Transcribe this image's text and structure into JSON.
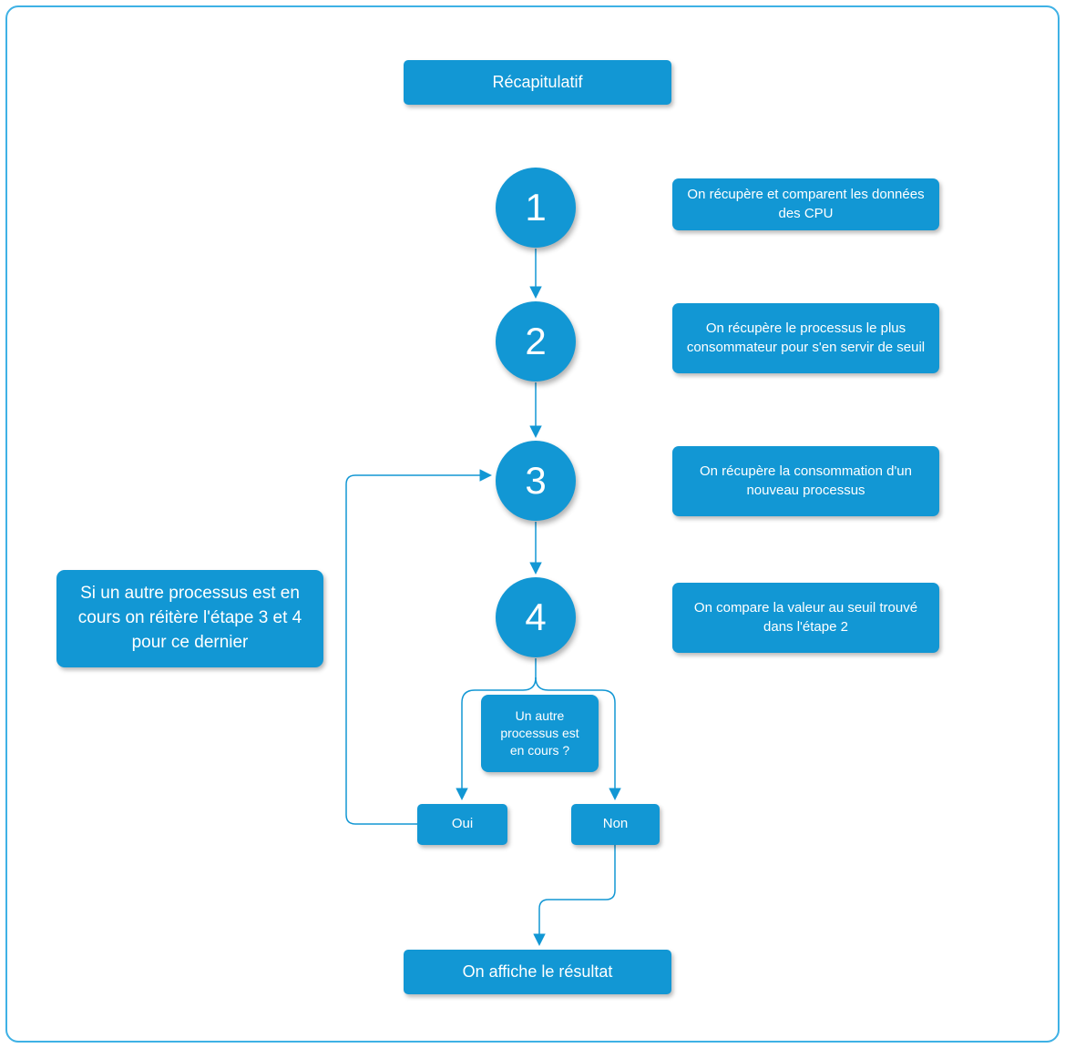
{
  "diagram": {
    "title": "Récapitulatif",
    "steps": [
      {
        "number": "1",
        "description": "On récupère et comparent les données des CPU"
      },
      {
        "number": "2",
        "description": "On récupère le processus le plus consommateur pour s'en servir de seuil"
      },
      {
        "number": "3",
        "description": "On récupère la consommation d'un nouveau processus"
      },
      {
        "number": "4",
        "description": "On compare la valeur au seuil trouvé dans l'étape 2"
      }
    ],
    "loop_note": "Si un autre processus est en cours on réitère l'étape 3 et 4 pour ce dernier",
    "decision": {
      "question": "Un autre processus est en cours ?",
      "yes": "Oui",
      "no": "Non"
    },
    "result": "On affiche le résultat",
    "colors": {
      "accent": "#1297D4",
      "frame_border": "#3EB1E5",
      "text_on_accent": "#FFFFFF"
    }
  }
}
